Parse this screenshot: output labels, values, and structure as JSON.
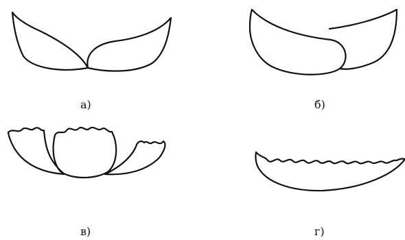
{
  "panels": [
    {
      "id": "a",
      "label": "а)"
    },
    {
      "id": "b",
      "label": "б)"
    },
    {
      "id": "v",
      "label": "в)"
    },
    {
      "id": "g",
      "label": "г)"
    }
  ]
}
